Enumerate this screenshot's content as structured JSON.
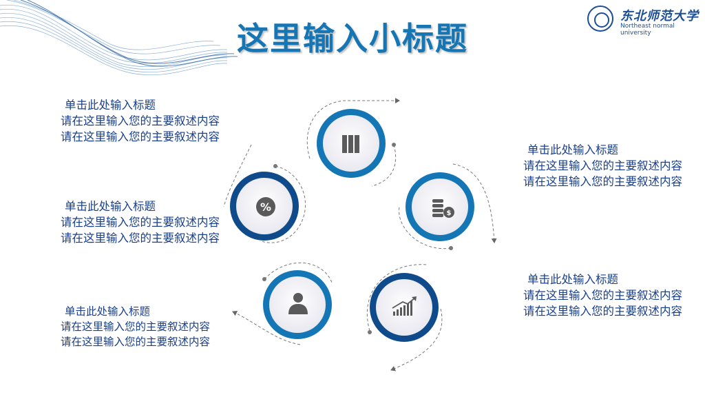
{
  "title": "这里输入小标题",
  "logo": {
    "name_cn": "东北师范大学",
    "name_en": "Northeast normal university"
  },
  "colors": {
    "title": "#1676b4",
    "ring_light": "#1576b6",
    "ring_dark": "#0f4a8a",
    "text": "#1a3f8a",
    "icon": "#5a5a5a"
  },
  "items": [
    {
      "heading": "单击此处输入标题",
      "line1": "请在这里输入您的主要叙述内容",
      "line2": "请在这里输入您的主要叙述内容",
      "icon": "server-icon"
    },
    {
      "heading": "单击此处输入标题",
      "line1": "请在这里输入您的主要叙述内容",
      "line2": "请在这里输入您的主要叙述内容",
      "icon": "percent-badge-icon"
    },
    {
      "heading": "单击此处输入标题",
      "line1": "请在这里输入您的主要叙述内容",
      "line2": "请在这里输入您的主要叙述内容",
      "icon": "businessman-icon"
    },
    {
      "heading": "单击此处输入标题",
      "line1": "请在这里输入您的主要叙述内容",
      "line2": "请在这里输入您的主要叙述内容",
      "icon": "coins-dollar-icon"
    },
    {
      "heading": "单击此处输入标题",
      "line1": "请在这里输入您的主要叙述内容",
      "line2": "请在这里输入您的主要叙述内容",
      "icon": "bar-chart-growth-icon"
    }
  ]
}
